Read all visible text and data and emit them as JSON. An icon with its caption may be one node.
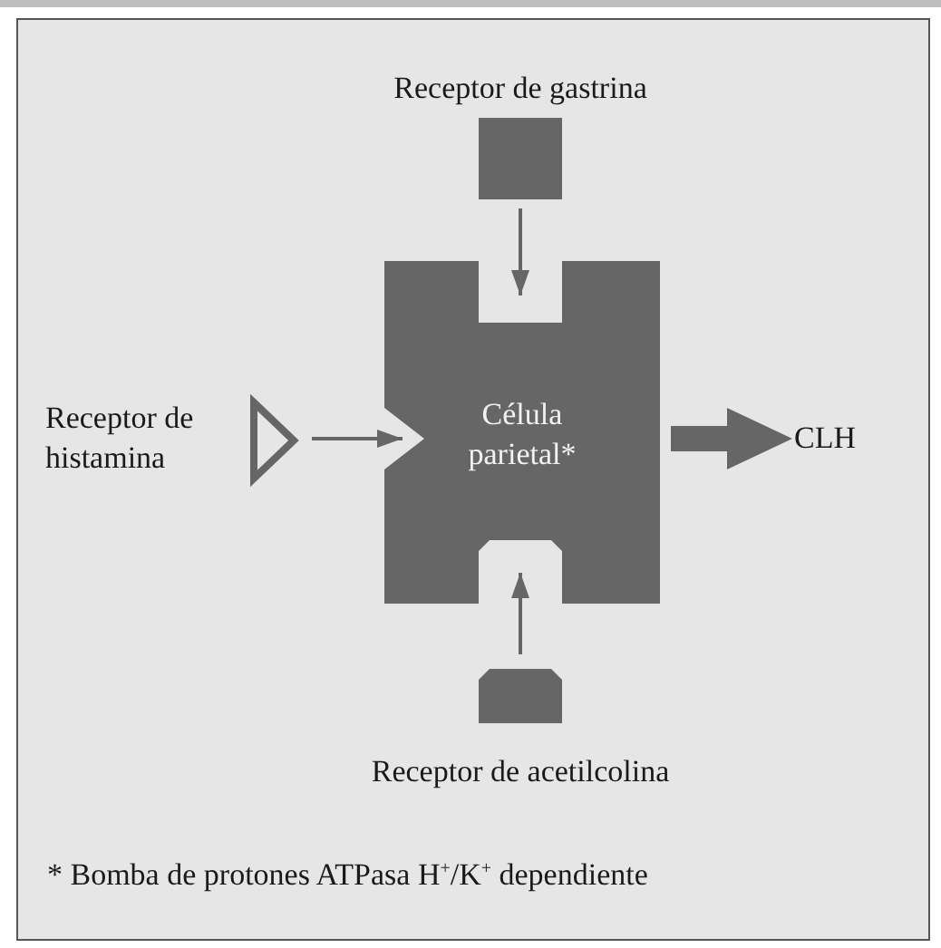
{
  "diagram": {
    "nodes": [
      {
        "text": [
          "Receptor de gastrina"
        ]
      },
      {
        "text": [
          "Receptor de histamina"
        ]
      },
      {
        "text": [
          "Célula parietal*"
        ]
      },
      {
        "text": [
          "CLH"
        ]
      },
      {
        "text": [
          "Receptor de acetilcolina"
        ]
      }
    ],
    "edges": [
      {
        "from": 0,
        "to": 2,
        "arrow": "to"
      },
      {
        "from": 1,
        "to": 2,
        "arrow": "to"
      },
      {
        "from": 4,
        "to": 2,
        "arrow": "to"
      },
      {
        "from": 2,
        "to": 3,
        "arrow": "to",
        "style": "thick"
      }
    ],
    "labels": [
      "* Bomba de protones ATPasa H$^{+}$/K$^{+}$ dependiente"
    ]
  }
}
